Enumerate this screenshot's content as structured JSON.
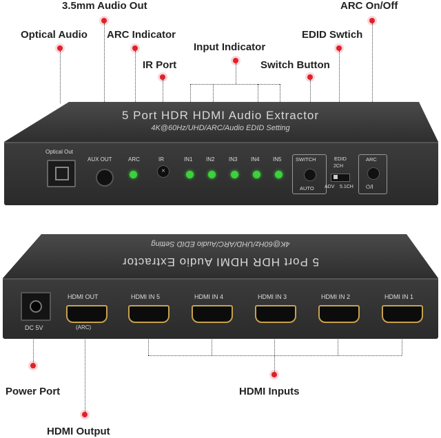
{
  "callouts": {
    "audio_out": "3.5mm Audio Out",
    "arc_onoff": "ARC On/Off",
    "optical_audio": "Optical Audio",
    "arc_indicator": "ARC Indicator",
    "edid_switch": "EDID Swtich",
    "input_indicator": "Input Indicator",
    "ir_port": "IR Port",
    "switch_button": "Switch Button",
    "power_port": "Power Port",
    "hdmi_inputs": "HDMI Inputs",
    "hdmi_output": "HDMI Output"
  },
  "front_panel": {
    "title": "5 Port HDR HDMI Audio Extractor",
    "subtitle": "4K@60Hz/UHD/ARC/Audio EDID Setting",
    "optical_label": "Optical Out",
    "aux_label": "AUX OUT",
    "arc_label": "ARC",
    "ir_label": "IR",
    "inputs": [
      "IN1",
      "IN2",
      "IN3",
      "IN4",
      "IN5"
    ],
    "switch_label": "SWITCH",
    "auto_label": "AUTO",
    "edid_label": "EDID",
    "edid_2ch": "2CH",
    "edid_adv": "ADV",
    "edid_51": "5.1CH",
    "arc_btn_label": "ARC",
    "power_symbol": "⏻/I"
  },
  "back_panel": {
    "title": "5 Port HDR HDMI Audio Extractor",
    "subtitle": "4K@60Hz/UHD/ARC/Audio EDID Setting",
    "dc_label": "DC 5V",
    "hdmi_out": "HDMI OUT",
    "arc_sub": "(ARC)",
    "hdmi_ins": [
      "HDMI IN 5",
      "HDMI IN 4",
      "HDMI IN 3",
      "HDMI IN 2",
      "HDMI IN 1"
    ]
  },
  "colors": {
    "led_green": "#3bd23b",
    "dot_red": "#e0202a",
    "body_dark": "#3a3a3a"
  }
}
